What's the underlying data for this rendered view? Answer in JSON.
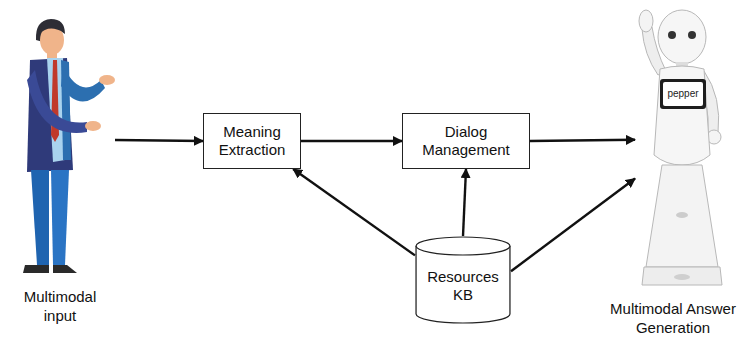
{
  "diagram": {
    "nodes": [
      {
        "text": [
          "Multimodal input"
        ]
      },
      {
        "text": [
          "Meaning Extraction"
        ]
      },
      {
        "text": [
          "Dialog Management"
        ]
      },
      {
        "text": [
          "Resources KB"
        ]
      },
      {
        "text": [
          "Multimodal Answer Generation"
        ]
      }
    ],
    "edges": [
      {
        "from": 0,
        "to": 1,
        "arrow": "to"
      },
      {
        "from": 1,
        "to": 2,
        "arrow": "to"
      },
      {
        "from": 2,
        "to": 4,
        "arrow": "to"
      },
      {
        "from": 3,
        "to": 1,
        "arrow": "to"
      },
      {
        "from": 3,
        "to": 2,
        "arrow": "to"
      },
      {
        "from": 3,
        "to": 4,
        "arrow": "to"
      }
    ],
    "labels": [
      "pepper"
    ]
  }
}
